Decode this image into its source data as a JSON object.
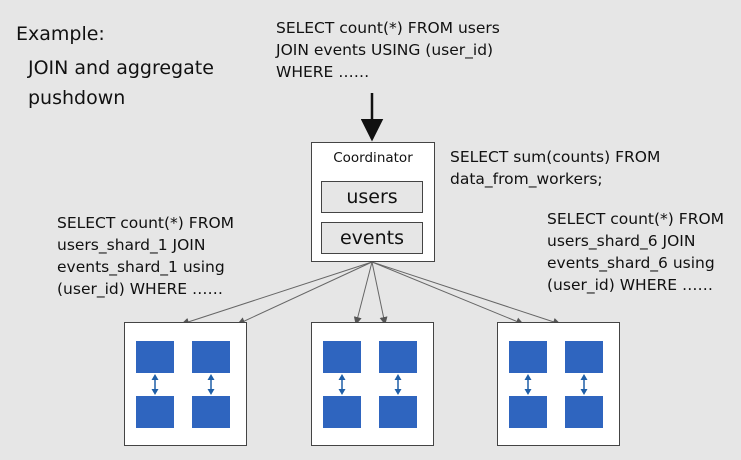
{
  "example": {
    "label": "Example:",
    "subtitle_lines": [
      "JOIN and aggregate",
      "pushdown"
    ]
  },
  "queries": {
    "top": [
      "SELECT count(*) FROM users",
      "JOIN events USING (user_id)",
      "WHERE ……"
    ],
    "coordinator": [
      "SELECT sum(counts) FROM",
      "data_from_workers;"
    ],
    "left": [
      "SELECT count(*) FROM",
      "users_shard_1 JOIN",
      "events_shard_1 using",
      "(user_id) WHERE ……"
    ],
    "right": [
      "SELECT count(*) FROM",
      "users_shard_6 JOIN",
      "events_shard_6 using",
      "(user_id) WHERE ……"
    ]
  },
  "coordinator": {
    "title": "Coordinator",
    "tables": [
      "users",
      "events"
    ]
  },
  "colors": {
    "shard": "#2f65bf",
    "arrow": "#1f5fa8",
    "background": "#e6e6e6"
  }
}
